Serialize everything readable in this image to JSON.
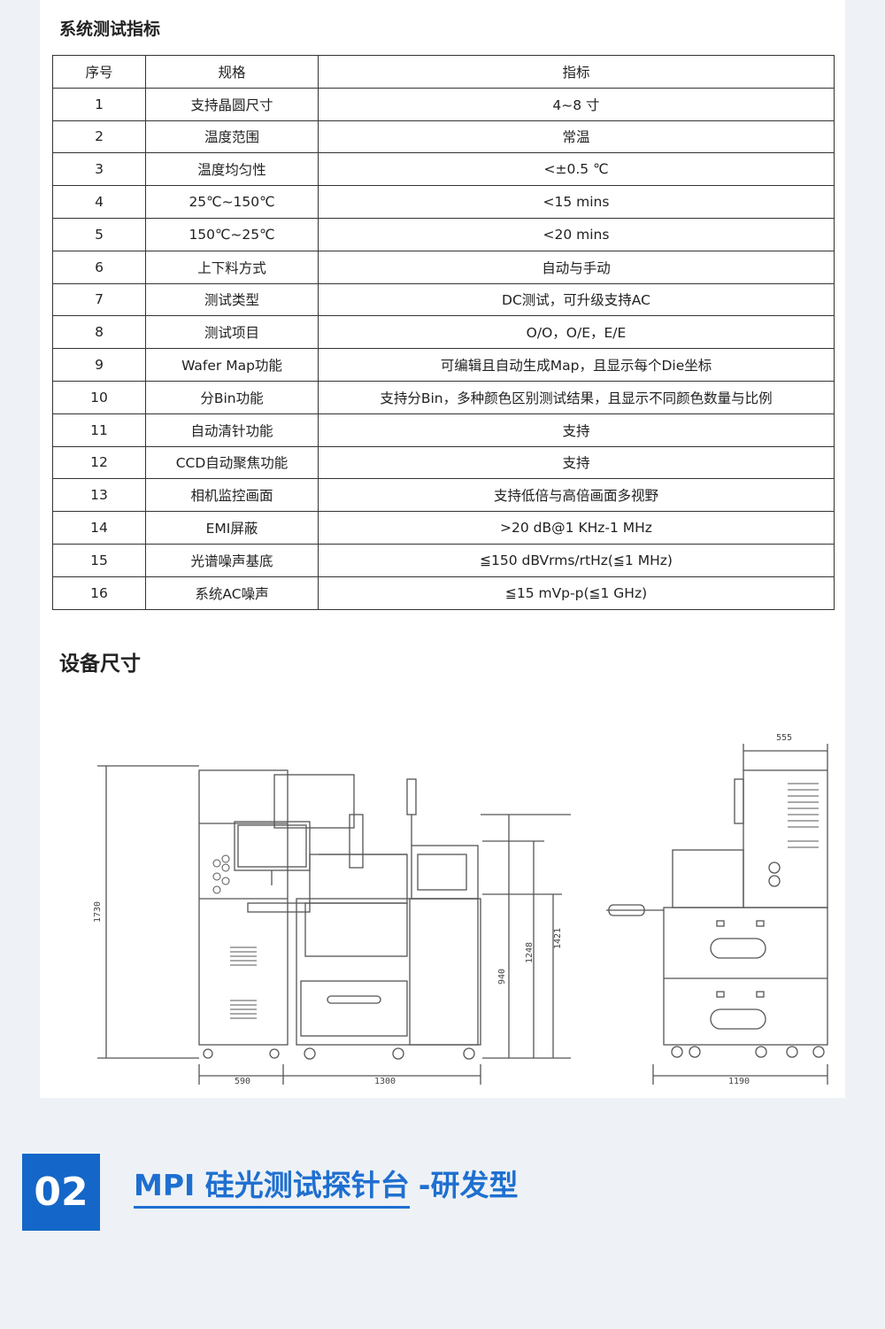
{
  "spec_section": {
    "title": "系统测试指标",
    "headers": [
      "序号",
      "规格",
      "指标"
    ],
    "rows": [
      [
        "1",
        "支持晶圆尺寸",
        "4~8 寸"
      ],
      [
        "2",
        "温度范围",
        "常温"
      ],
      [
        "3",
        "温度均匀性",
        "<±0.5 ℃"
      ],
      [
        "4",
        "25℃~150℃",
        "<15 mins"
      ],
      [
        "5",
        "150℃~25℃",
        "<20 mins"
      ],
      [
        "6",
        "上下料方式",
        "自动与手动"
      ],
      [
        "7",
        "测试类型",
        "DC测试，可升级支持AC"
      ],
      [
        "8",
        "测试项目",
        "O/O，O/E，E/E"
      ],
      [
        "9",
        "Wafer Map功能",
        "可编辑且自动生成Map，且显示每个Die坐标"
      ],
      [
        "10",
        "分Bin功能",
        "支持分Bin，多种颜色区别测试结果，且显示不同颜色数量与比例"
      ],
      [
        "11",
        "自动清针功能",
        "支持"
      ],
      [
        "12",
        "CCD自动聚焦功能",
        "支持"
      ],
      [
        "13",
        "相机监控画面",
        "支持低倍与高倍画面多视野"
      ],
      [
        "14",
        "EMI屏蔽",
        ">20 dB@1 KHz-1 MHz"
      ],
      [
        "15",
        "光谱噪声基底",
        "≦150 dBVrms/rtHz(≦1 MHz)"
      ],
      [
        "16",
        "系统AC噪声",
        "≦15 mVp-p(≦1 GHz)"
      ]
    ]
  },
  "dimension_section": {
    "title": "设备尺寸",
    "dims": {
      "height_total": "1730",
      "width_left": "590",
      "width_main": "1300",
      "height_1421": "1421",
      "height_1248": "1248",
      "height_940": "940",
      "depth_1190": "1190",
      "top_555": "555"
    }
  },
  "footer": {
    "number": "02",
    "title_main": "MPI 硅光测试探针台",
    "title_suffix": "-研发型"
  },
  "colors": {
    "accent": "#1467c8",
    "title_blue": "#1e6fd0",
    "background": "#eef2f6"
  }
}
